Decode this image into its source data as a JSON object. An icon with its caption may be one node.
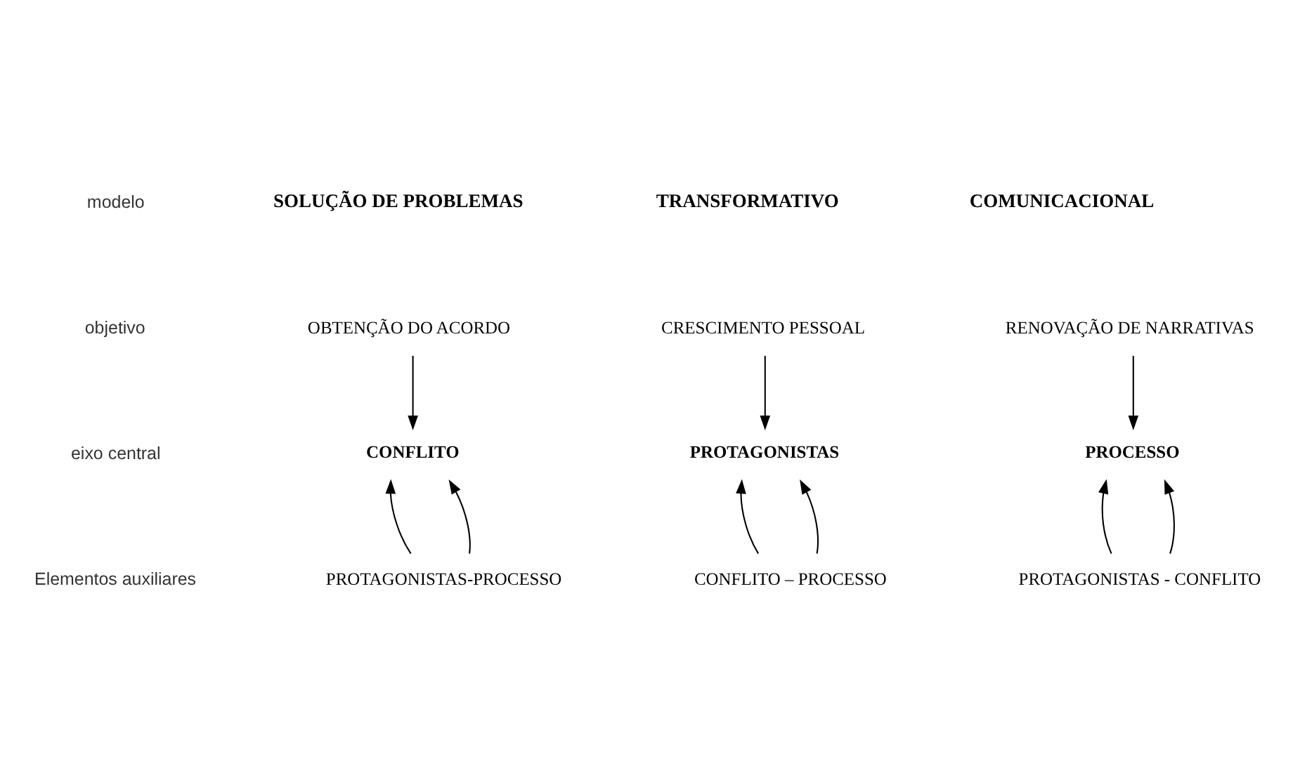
{
  "diagram": {
    "nodes": [
      {
        "text": [
          "OBTENÇÃO DO ACORDO"
        ]
      },
      {
        "text": [
          "CONFLITO"
        ]
      },
      {
        "text": [
          "PROTAGONISTAS-PROCESSO"
        ]
      },
      {
        "text": [
          "CRESCIMENTO PESSOAL"
        ]
      },
      {
        "text": [
          "PROTAGONISTAS"
        ]
      },
      {
        "text": [
          "CONFLITO – PROCESSO"
        ]
      },
      {
        "text": [
          "RENOVAÇÃO DE NARRATIVAS"
        ]
      },
      {
        "text": [
          "PROCESSO"
        ]
      },
      {
        "text": [
          "PROTAGONISTAS - CONFLITO"
        ]
      }
    ],
    "edges": [
      {
        "from": 0,
        "to": 1,
        "arrow": "to"
      },
      {
        "from": 2,
        "to": 1,
        "arrow": "to"
      },
      {
        "from": 2,
        "to": 1,
        "arrow": "to"
      },
      {
        "from": 3,
        "to": 4,
        "arrow": "to"
      },
      {
        "from": 5,
        "to": 4,
        "arrow": "to"
      },
      {
        "from": 5,
        "to": 4,
        "arrow": "to"
      },
      {
        "from": 6,
        "to": 7,
        "arrow": "to"
      },
      {
        "from": 8,
        "to": 7,
        "arrow": "to"
      },
      {
        "from": 8,
        "to": 7,
        "arrow": "to"
      }
    ],
    "labels": [
      "modelo",
      "SOLUÇÃO DE PROBLEMAS",
      "TRANSFORMATIVO",
      "COMUNICACIONAL",
      "objetivo",
      "eixo central",
      "Elementos auxiliares"
    ]
  }
}
